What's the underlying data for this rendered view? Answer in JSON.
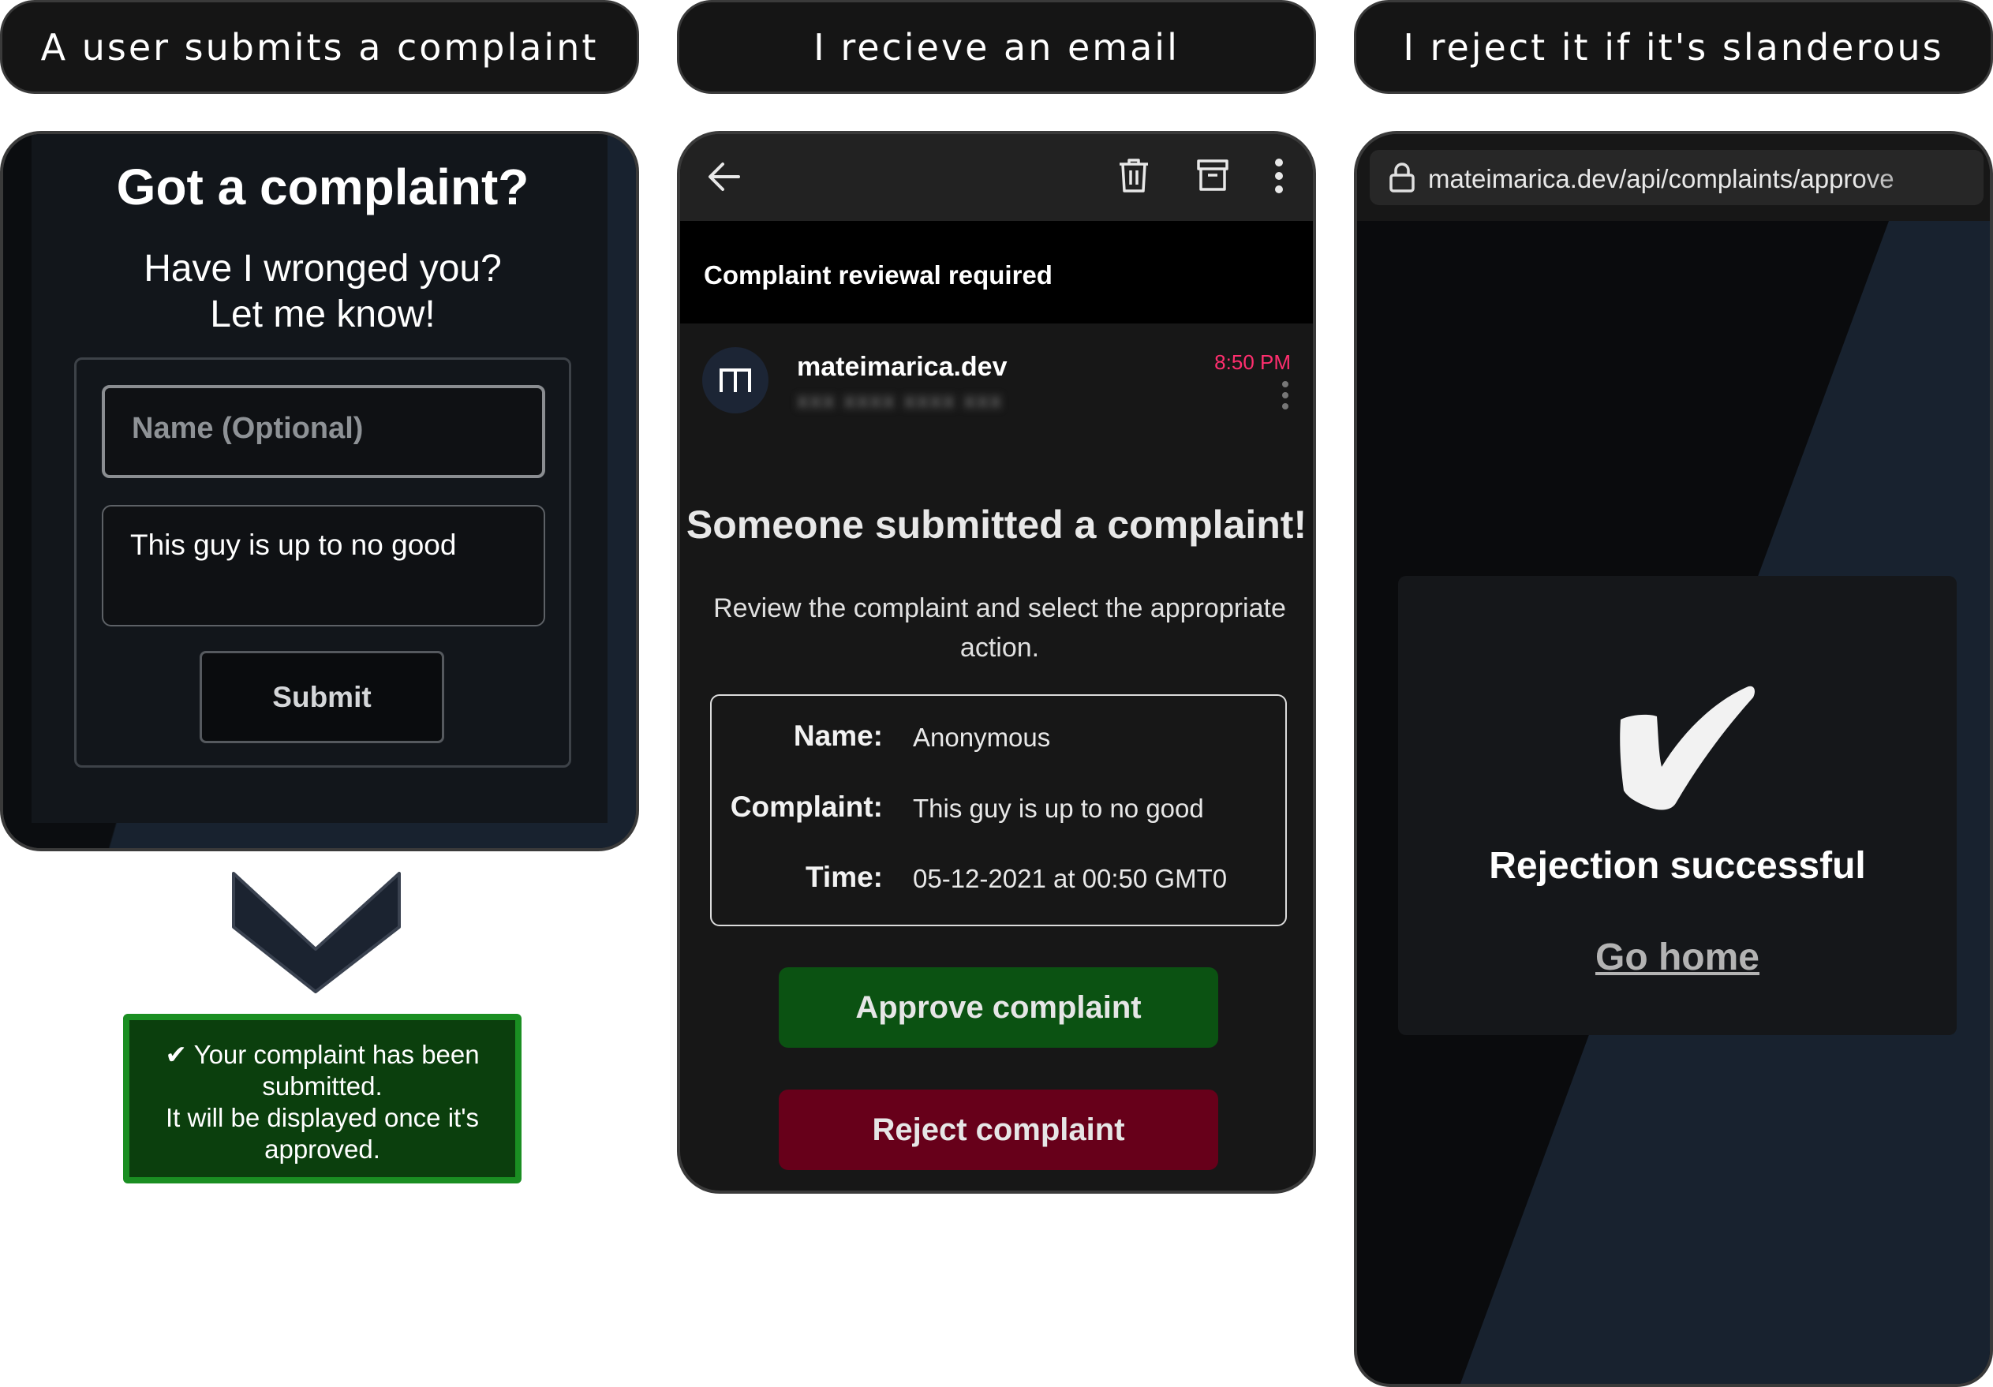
{
  "headers": {
    "step1": "A user submits a complaint",
    "step2": "I recieve an email",
    "step3": "I reject it if it's slanderous"
  },
  "form": {
    "title": "Got a complaint?",
    "subtitle_line1": "Have I wronged you?",
    "subtitle_line2": "Let me know!",
    "name_placeholder": "Name (Optional)",
    "complaint_value": "This guy is up to no good",
    "submit_label": "Submit"
  },
  "success": {
    "line1": "✔ Your complaint has been submitted.",
    "line2": "It will be displayed once it's approved."
  },
  "email": {
    "icons": [
      "back-arrow-icon",
      "trash-icon",
      "archive-icon",
      "more-vert-icon"
    ],
    "subject": "Complaint reviewal required",
    "avatar_letter": "m",
    "sender": "mateimarica.dev",
    "sender_address_blurred": "xxx xxxx xxxx xxx",
    "time": "8:50 PM",
    "heading": "Someone submitted a complaint!",
    "body": "Review the complaint and select the appropriate action.",
    "details": {
      "name_label": "Name:",
      "name_value": "Anonymous",
      "complaint_label": "Complaint:",
      "complaint_value": "This guy is up to no good",
      "time_label": "Time:",
      "time_value": "05-12-2021 at 00:50 GMT0"
    },
    "approve_label": "Approve complaint",
    "reject_label": "Reject complaint",
    "colors": {
      "approve": "#0b5212",
      "reject": "#67001a",
      "time": "#ff2e6e"
    }
  },
  "result": {
    "url": "mateimarica.dev/api/complaints/approve",
    "icon": "checkmark-icon",
    "message": "Rejection successful",
    "link_label": "Go home"
  },
  "colors": {
    "success_bg": "#0b3f0d",
    "success_border": "#1a8e22",
    "dark_blue": "#18222f"
  }
}
